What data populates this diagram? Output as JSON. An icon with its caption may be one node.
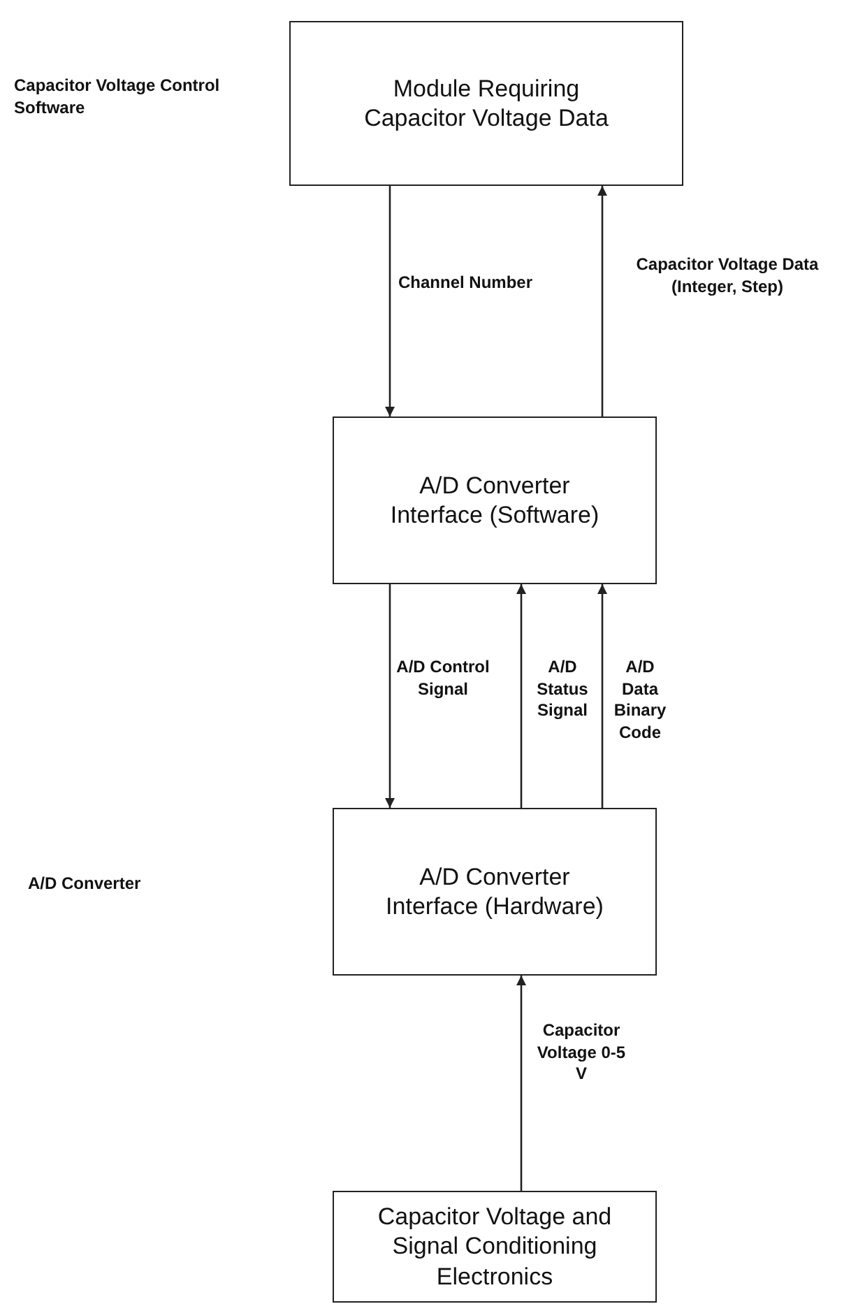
{
  "diagram": {
    "nodes": [
      {
        "text": [
          "Module Requiring Capacitor Voltage Data"
        ]
      },
      {
        "text": [
          "A/D Converter Interface (Software)"
        ]
      },
      {
        "text": [
          "A/D Converter Interface (Hardware)"
        ]
      },
      {
        "text": [
          "Capacitor Voltage and Signal Conditioning Electronics"
        ]
      }
    ],
    "edges": [
      {
        "from": 0,
        "to": 1,
        "arrow": "to",
        "label": "Channel Number"
      },
      {
        "from": 1,
        "to": 0,
        "arrow": "to",
        "label": "Capacitor Voltage Data (Integer, Step)"
      },
      {
        "from": 1,
        "to": 2,
        "arrow": "to",
        "label": "A/D Control Signal"
      },
      {
        "from": 2,
        "to": 1,
        "arrow": "to",
        "label": "A/D Status Signal"
      },
      {
        "from": 2,
        "to": 1,
        "arrow": "to",
        "label": "A/D Data Binary Code"
      },
      {
        "from": 3,
        "to": 2,
        "arrow": "to",
        "label": "Capacitor Voltage 0-5 V"
      }
    ],
    "labels": [
      "Capacitor Voltage Control Software",
      "A/D Converter"
    ]
  }
}
